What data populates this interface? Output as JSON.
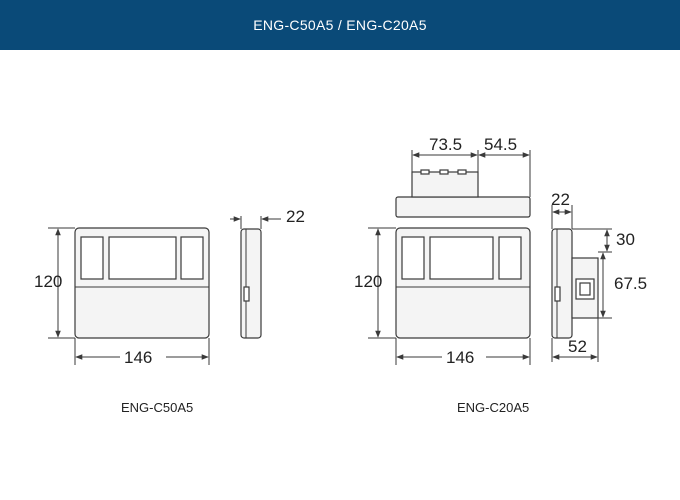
{
  "header": {
    "title": "ENG-C50A5 / ENG-C20A5",
    "background": "#0a4a78"
  },
  "left": {
    "caption": "ENG-C50A5",
    "dim_width": "146",
    "dim_height": "120",
    "dim_depth": "22"
  },
  "right": {
    "caption": "ENG-C20A5",
    "dim_width": "146",
    "dim_height": "120",
    "dim_top_left": "73.5",
    "dim_top_right": "54.5",
    "dim_depth": "22",
    "dim_side_top": "30",
    "dim_side_mid": "67.5",
    "dim_side_bottom": "52"
  }
}
